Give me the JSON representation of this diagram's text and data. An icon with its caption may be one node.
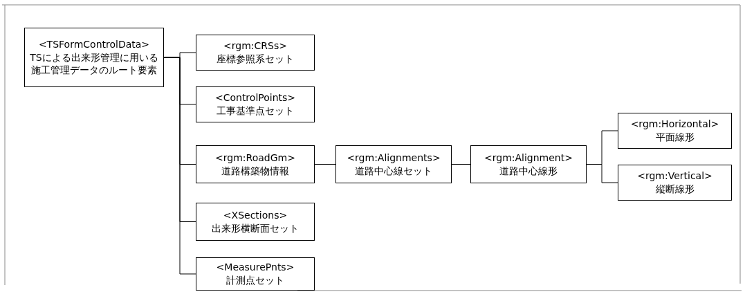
{
  "diagram": {
    "nodes": [
      {
        "text": [
          "<TSFormControlData>",
          "TSによる出来形管理に用いる施工管理データのルート要素"
        ]
      },
      {
        "text": [
          "<rgm:CRSs>",
          "座標参照系セット"
        ]
      },
      {
        "text": [
          "<ControlPoints>",
          "工事基準点セット"
        ]
      },
      {
        "text": [
          "<rgm:RoadGm>",
          "道路構築物情報"
        ]
      },
      {
        "text": [
          "<rgm:Alignments>",
          "道路中心線セット"
        ]
      },
      {
        "text": [
          "<rgm:Alignment>",
          "道路中心線形"
        ]
      },
      {
        "text": [
          "<rgm:Horizontal>",
          "平面線形"
        ]
      },
      {
        "text": [
          "<rgm:Vertical>",
          "縦断線形"
        ]
      },
      {
        "text": [
          "<XSections>",
          "出来形横断面セット"
        ]
      },
      {
        "text": [
          "<MeasurePnts>",
          "計測点セット"
        ]
      }
    ],
    "edges": [
      {
        "from": 0,
        "to": 1,
        "arrow": "none"
      },
      {
        "from": 0,
        "to": 2,
        "arrow": "none"
      },
      {
        "from": 0,
        "to": 3,
        "arrow": "none"
      },
      {
        "from": 0,
        "to": 8,
        "arrow": "none"
      },
      {
        "from": 0,
        "to": 9,
        "arrow": "none"
      },
      {
        "from": 3,
        "to": 4,
        "arrow": "none"
      },
      {
        "from": 4,
        "to": 5,
        "arrow": "none"
      },
      {
        "from": 5,
        "to": 6,
        "arrow": "none"
      },
      {
        "from": 5,
        "to": 7,
        "arrow": "none"
      }
    ]
  }
}
